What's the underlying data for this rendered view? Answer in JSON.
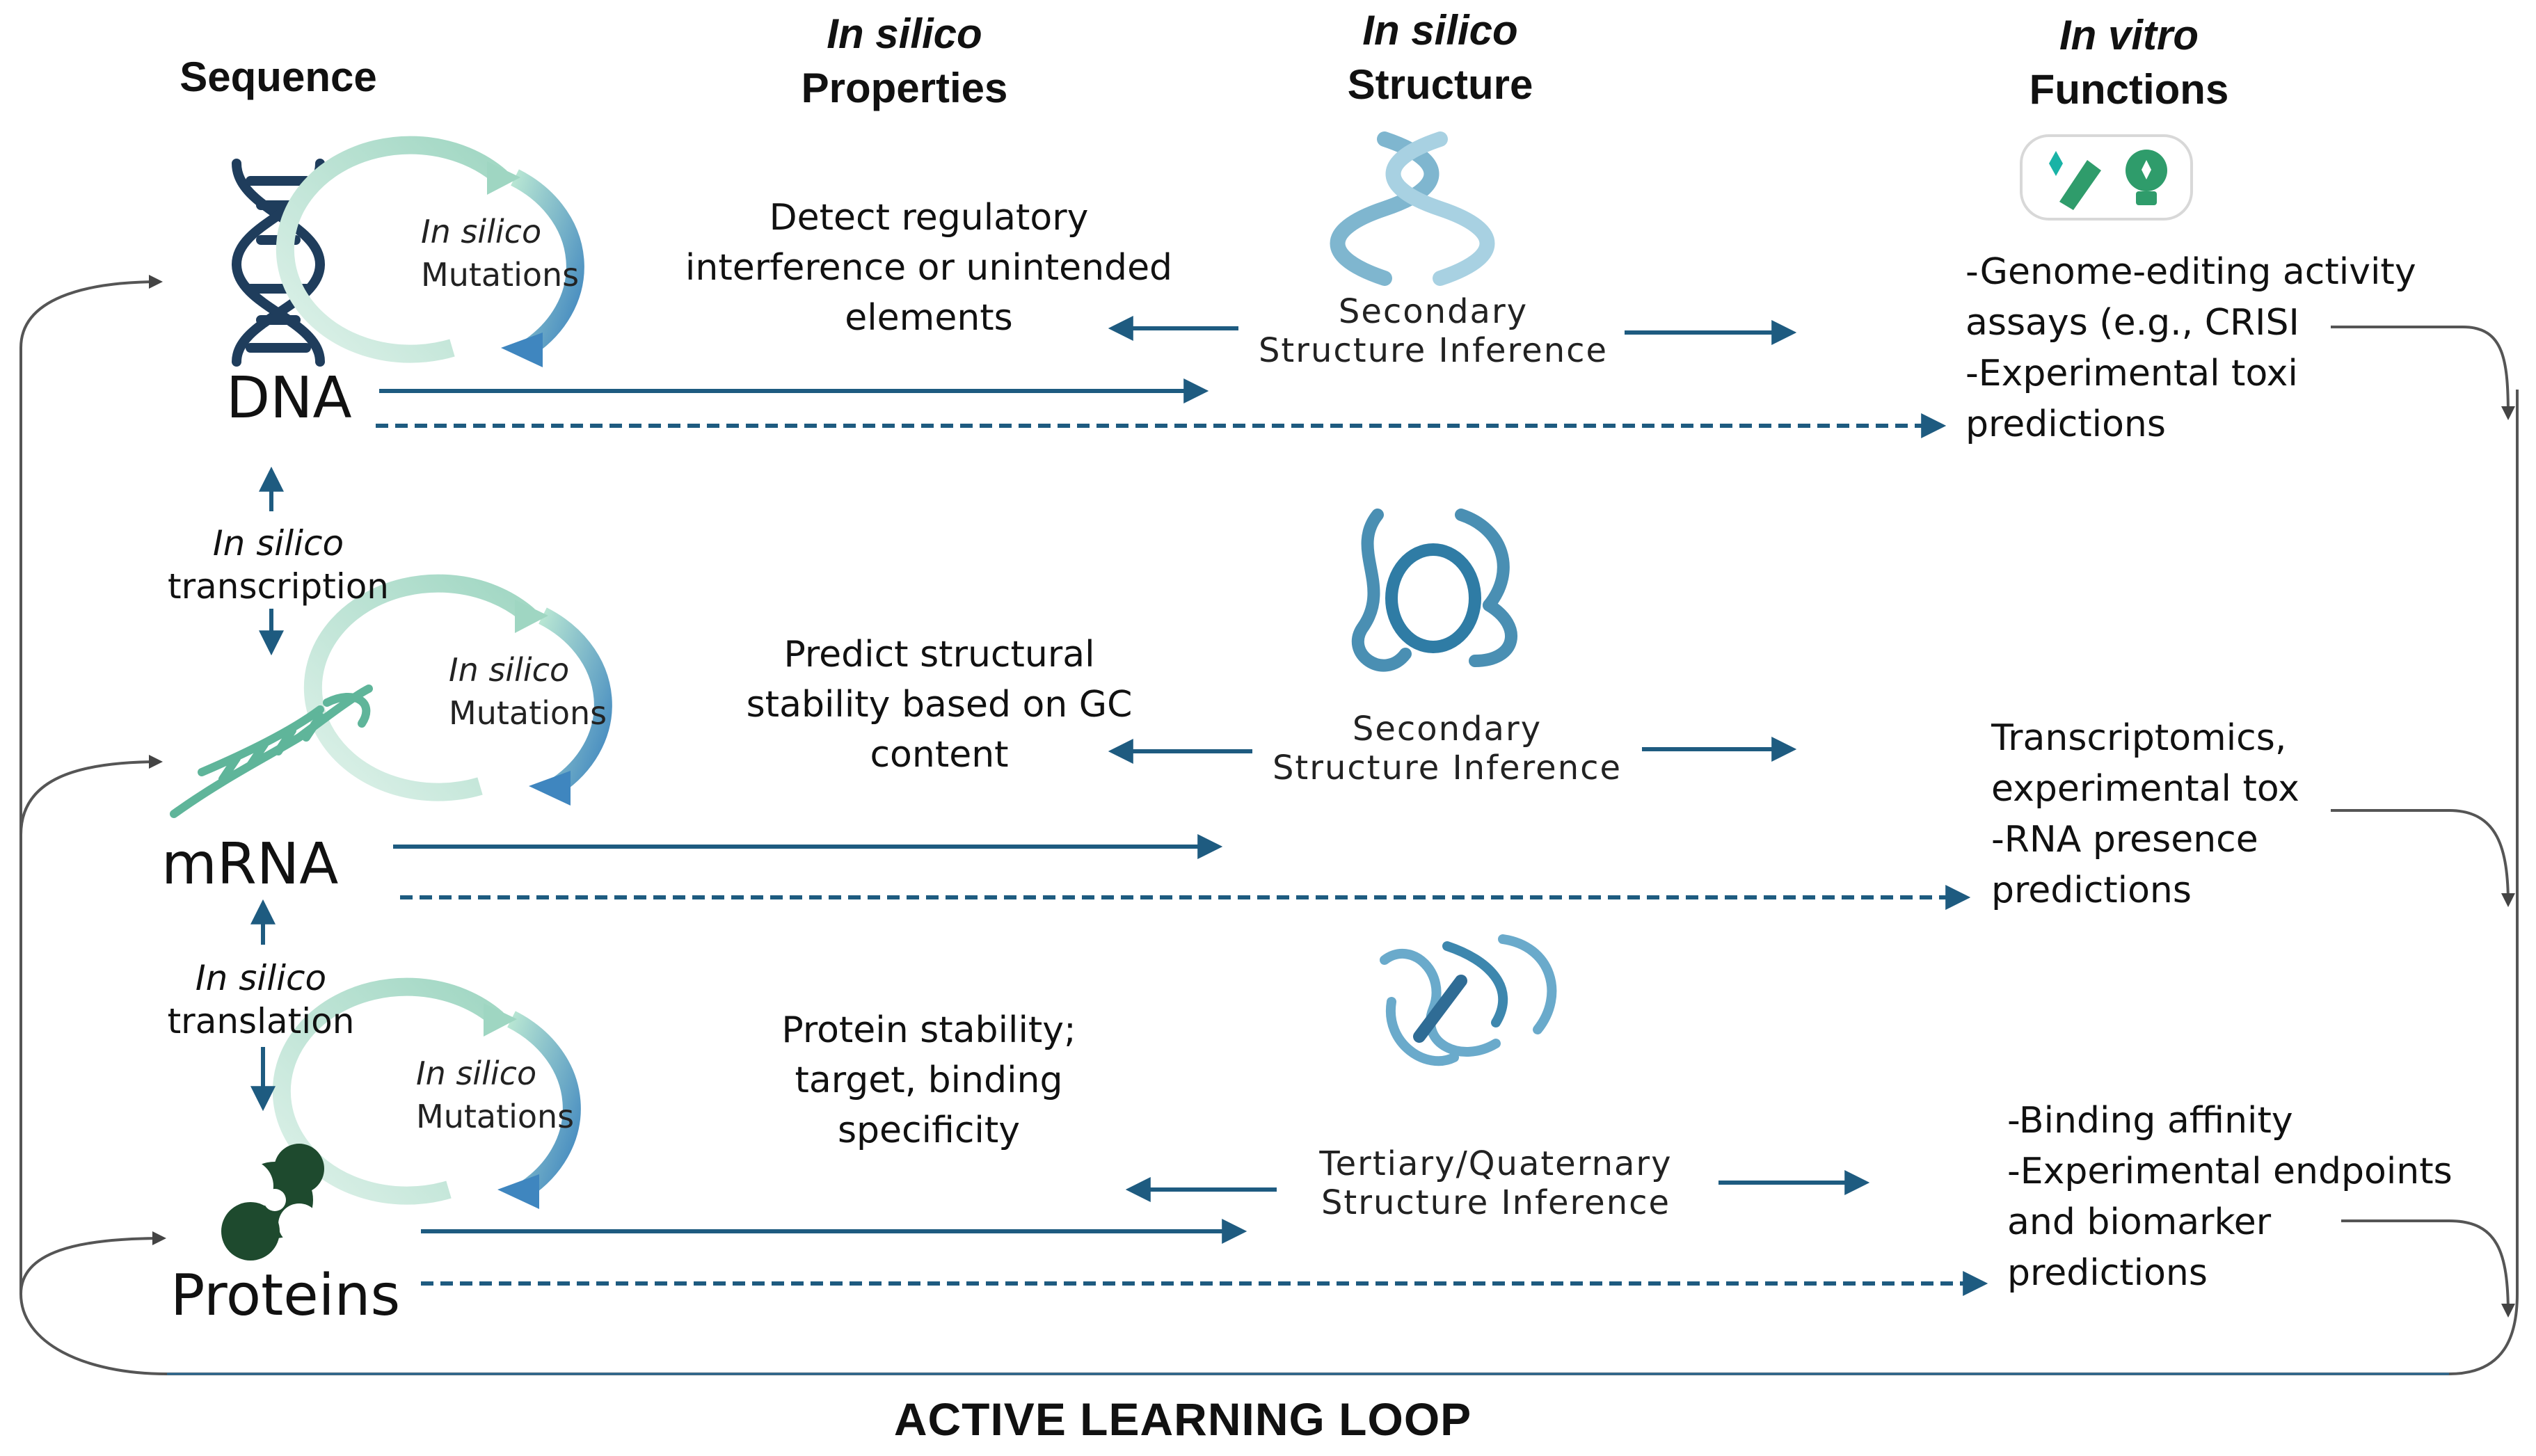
{
  "headers": {
    "sequence": "Sequence",
    "properties_italic": "In silico",
    "properties": "Properties",
    "structure_italic": "In silico",
    "structure": "Structure",
    "functions_italic": "In vitro",
    "functions": "Functions"
  },
  "molecules": {
    "dna": "DNA",
    "mrna": "mRNA",
    "proteins": "Proteins"
  },
  "mutations": {
    "italic": "In silico",
    "label": "Mutations"
  },
  "transitions": {
    "transcription_italic": "In silico",
    "transcription": "transcription",
    "translation_italic": "In silico",
    "translation": "translation"
  },
  "properties": {
    "dna": [
      "Detect regulatory",
      "interference or unintended",
      "elements"
    ],
    "mrna": [
      "Predict structural",
      "stability based on GC",
      "content"
    ],
    "protein": [
      "Protein stability;",
      "target, binding",
      "specificity"
    ]
  },
  "structure": {
    "dna": [
      "Secondary",
      "Structure Inference"
    ],
    "mrna": [
      "Secondary",
      "Structure Inference"
    ],
    "protein": [
      "Tertiary/Quaternary",
      "Structure Inference"
    ]
  },
  "functions": {
    "dna": [
      "-Genome-editing activity",
      "assays (e.g., CRISI",
      "-Experimental toxi",
      "predictions"
    ],
    "mrna": [
      "Transcriptomics,",
      "experimental tox",
      "-RNA presence",
      "predictions"
    ],
    "protein": [
      "-Binding affinity",
      "-Experimental endpoints",
      "and biomarker",
      "predictions"
    ]
  },
  "footer": "ACTIVE LEARNING LOOP",
  "colors": {
    "arrow": "#1e5b80",
    "dna_icon": "#1f3d5c",
    "helix": "#7fb6cf",
    "mrna_icon": "#5fb59a",
    "protein_icon": "#1e4a2e",
    "cycle_light": "#9fd6c2",
    "cycle_dark": "#4d8fbf",
    "edit_icon_green": "#2f9c6b",
    "edit_icon_teal": "#19b3a6"
  },
  "icons": [
    "dna-helix-icon",
    "mutation-cycle-icon",
    "mrna-icon",
    "protein-icon",
    "secondary-structure-icon",
    "protein-structure-icon",
    "editing-tools-icon"
  ]
}
